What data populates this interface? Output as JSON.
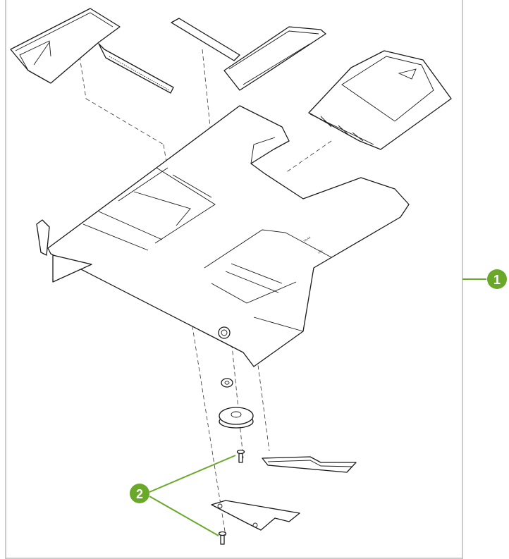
{
  "callouts": [
    {
      "id": "1",
      "label": "1"
    },
    {
      "id": "2",
      "label": "2"
    }
  ],
  "colors": {
    "callout_fill": "#6aa82a",
    "leader": "#6aa82a",
    "border": "#9a9a9a",
    "line_art": "#1a1a1a"
  }
}
